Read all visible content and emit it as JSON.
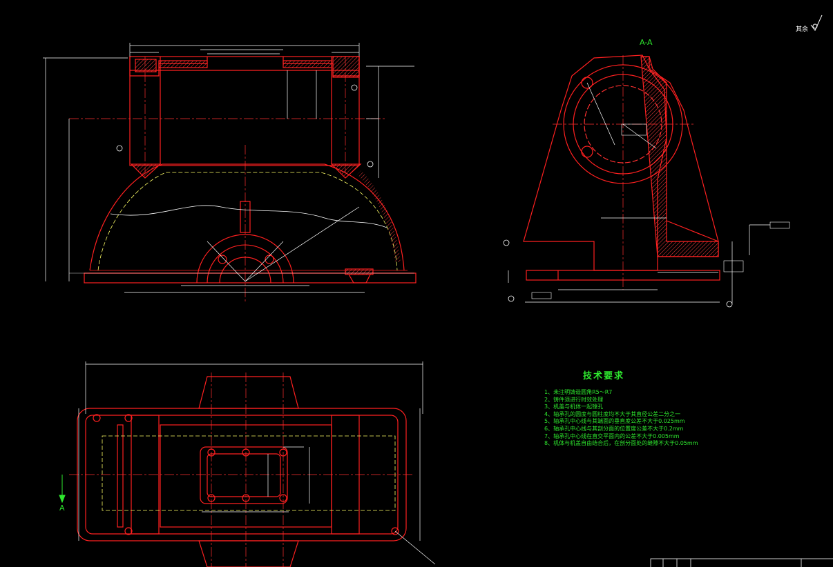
{
  "section_label": "A-A",
  "view_arrow_label": "A",
  "roughness_note": "其余",
  "tech_requirements": {
    "title": "技术要求",
    "items": [
      "1、未注明铸造圆角R5～R7",
      "2、铸件须进行时效处理",
      "3、机盖与机体一起镗孔",
      "4、轴承孔的圆度与圆柱度均不大于其直径公差二分之一",
      "5、轴承孔中心线与其端面的垂直度公差不大于0.025mm",
      "6、轴承孔中心线与其剖分面的位置度公差不大于0.2mm",
      "7、轴承孔中心线在直交平面内的公差不大于0.005mm",
      "8、机体与机盖自由结合后，在剖分面处的缝隙不大于0.05mm"
    ]
  },
  "colors": {
    "outline": "#ff2020",
    "dimension": "#ffffff",
    "center": "#ff3030",
    "hidden": "#ffff66",
    "text": "#2ee82e",
    "hatch": "#ff4040"
  }
}
